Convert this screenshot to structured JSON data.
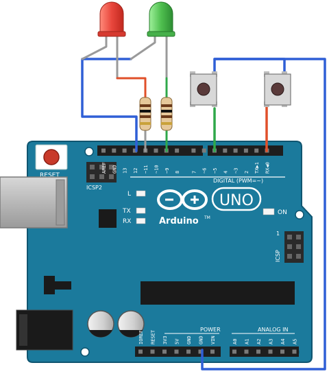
{
  "board": {
    "reset_label": "RESET",
    "icsp2_label": "ICSP2",
    "l_label": "L",
    "tx_label": "TX",
    "rx_label": "RX",
    "on_label": "ON",
    "brand_label": "Arduino",
    "model_label": "UNO",
    "tm_label": "TM",
    "digital_label": "DIGITAL (PWM=~)",
    "icsp_label": "ICSP",
    "icsp_pin1_label": "1",
    "power_label": "POWER",
    "analog_label": "ANALOG IN",
    "digital_pins": [
      "AREF",
      "GND",
      "13",
      "12",
      "~11",
      "~10",
      "~9",
      "8",
      "7",
      "~6",
      "~5",
      "4",
      "~3",
      "2",
      "TX▶1",
      "RX◀0"
    ],
    "power_pins": [
      "IOREF",
      "RESET",
      "3V3",
      "5V",
      "GND",
      "GND",
      "VIN"
    ],
    "analog_pins": [
      "A0",
      "A1",
      "A2",
      "A3",
      "A4",
      "A5"
    ]
  },
  "components": {
    "led_colors": {
      "red": "#e8463c",
      "green": "#4fbf4f"
    },
    "board_color": "#1b7a9c",
    "wire_colors": {
      "blue": "#2f5fd6",
      "green": "#2fa84a",
      "red": "#e0502a"
    }
  }
}
